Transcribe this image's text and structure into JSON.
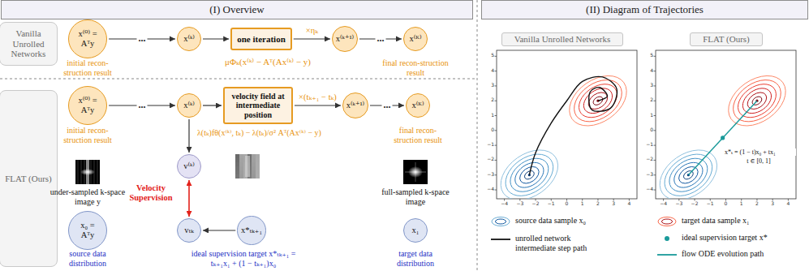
{
  "diagram": {
    "nodes": [
      {
        "text": [
          "(I) Overview"
        ]
      },
      {
        "text": [
          "(II) Diagram of Trajectories"
        ]
      },
      {
        "text": [
          "Vanilla Unrolled Networks"
        ]
      },
      {
        "text": [
          "FLAT (Ours)"
        ]
      },
      {
        "text": [
          "x⁽⁰⁾ = Aᵀy"
        ]
      },
      {
        "text": [
          "x⁽ᵏ⁾"
        ]
      },
      {
        "text": [
          "one iteration"
        ]
      },
      {
        "text": [
          "x⁽ᵏ⁺¹⁾"
        ]
      },
      {
        "text": [
          "x⁽ᴷ⁾"
        ]
      },
      {
        "text": [
          "x⁽⁰⁾ = Aᵀy"
        ]
      },
      {
        "text": [
          "x⁽ᵏ⁾"
        ]
      },
      {
        "text": [
          "velocity field at intermediate position"
        ]
      },
      {
        "text": [
          "x⁽ᵏ⁺¹⁾"
        ]
      },
      {
        "text": [
          "x⁽ᴷ⁾"
        ]
      },
      {
        "text": [
          "v⁽ᵏ⁾"
        ]
      },
      {
        "text": [
          "x₀ = Aᵀy"
        ]
      },
      {
        "text": [
          "vₜₖ"
        ]
      },
      {
        "text": [
          "x*ₜₖ₊₁"
        ]
      },
      {
        "text": [
          "x₁"
        ]
      },
      {
        "text": [
          "Vanilla Unrolled Networks"
        ]
      },
      {
        "text": [
          "FLAT (Ours)"
        ]
      }
    ],
    "edges": [
      {
        "from": 4,
        "to": 5,
        "arrow": "to",
        "label": "..."
      },
      {
        "from": 5,
        "to": 6,
        "arrow": "to"
      },
      {
        "from": 6,
        "to": 7,
        "arrow": "to",
        "label": "×ηₖ"
      },
      {
        "from": 7,
        "to": 8,
        "arrow": "to",
        "label": "..."
      },
      {
        "from": 9,
        "to": 10,
        "arrow": "to",
        "label": "..."
      },
      {
        "from": 10,
        "to": 11,
        "arrow": "to"
      },
      {
        "from": 11,
        "to": 12,
        "arrow": "to",
        "label": "×(tₖ₊₁ − tₖ)"
      },
      {
        "from": 12,
        "to": 13,
        "arrow": "to",
        "label": "..."
      },
      {
        "from": 10,
        "to": 14,
        "arrow": "to"
      },
      {
        "from": 14,
        "to": 16,
        "arrow": "both"
      },
      {
        "from": 17,
        "to": 16,
        "arrow": "to"
      }
    ],
    "labels": [
      "initial recon-struction result",
      "μΦₖ(x⁽ᵏ⁾ − Aᵀ(Ax⁽ᵏ⁾ − y)",
      "final recon-struction result",
      "initial recon-struction result",
      "λ(tₖ)fθ(x⁽ᵏ⁾, tₖ) − λ(tₖ)/σ² Aᵀ(Ax⁽ᵏ⁾ − y)",
      "final recon-struction result",
      "under-sampled k-space image y",
      "Velocity Supervision",
      "full-sampled k-space image",
      "source data distribution",
      "ideal supervision target x*ₜₖ₊₁ = tₖ₊₁x₁ + (1 − tₖ₊₁)x₀",
      "target data distribution",
      "x*ₜ = (1 − t)x₀ + tx₁",
      "t ∈ [0, 1]",
      "−4",
      "−3",
      "−2",
      "−1",
      "0",
      "1",
      "2",
      "3",
      "4",
      "−4",
      "−3",
      "−2",
      "−1",
      "0",
      "1",
      "2",
      "3",
      "4",
      "5",
      "−4",
      "−3",
      "−2",
      "−1",
      "0",
      "1",
      "2",
      "3",
      "4",
      "−4",
      "−3",
      "−2",
      "−1",
      "0",
      "1",
      "2",
      "3",
      "4",
      "5"
    ],
    "legend": [
      {
        "text": "source data sample x₀"
      },
      {
        "text": "unrolled network intermediate step path"
      },
      {
        "text": "target data sample x₁"
      },
      {
        "text": "ideal supervision target x*"
      },
      {
        "text": "flow ODE evolution path"
      }
    ]
  }
}
